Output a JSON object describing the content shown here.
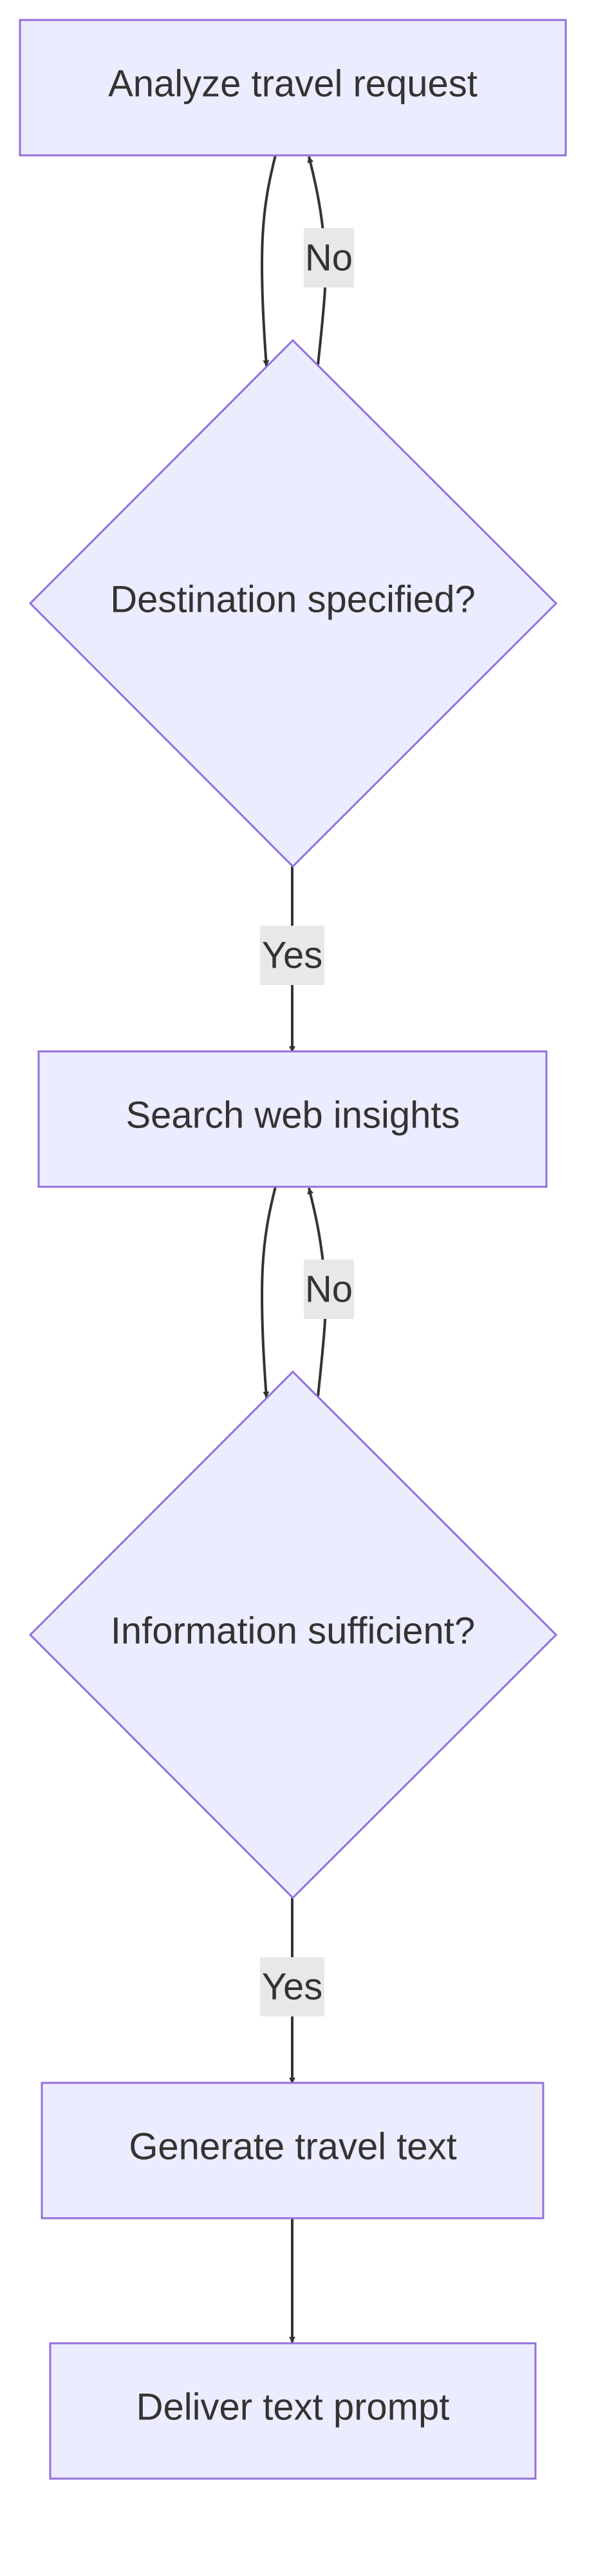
{
  "colors": {
    "node_fill": "#ECECFF",
    "node_stroke": "#9370DB",
    "edge": "#333333",
    "label_bg": "#E8E8E8",
    "text": "#333333"
  },
  "nodes": {
    "analyze": "Analyze travel request",
    "destination": "Destination specified?",
    "search": "Search web insights",
    "info": "Information sufficient?",
    "generate": "Generate travel text",
    "deliver": "Deliver text prompt"
  },
  "edges": {
    "destination_no": "No",
    "destination_yes": "Yes",
    "info_no": "No",
    "info_yes": "Yes"
  }
}
